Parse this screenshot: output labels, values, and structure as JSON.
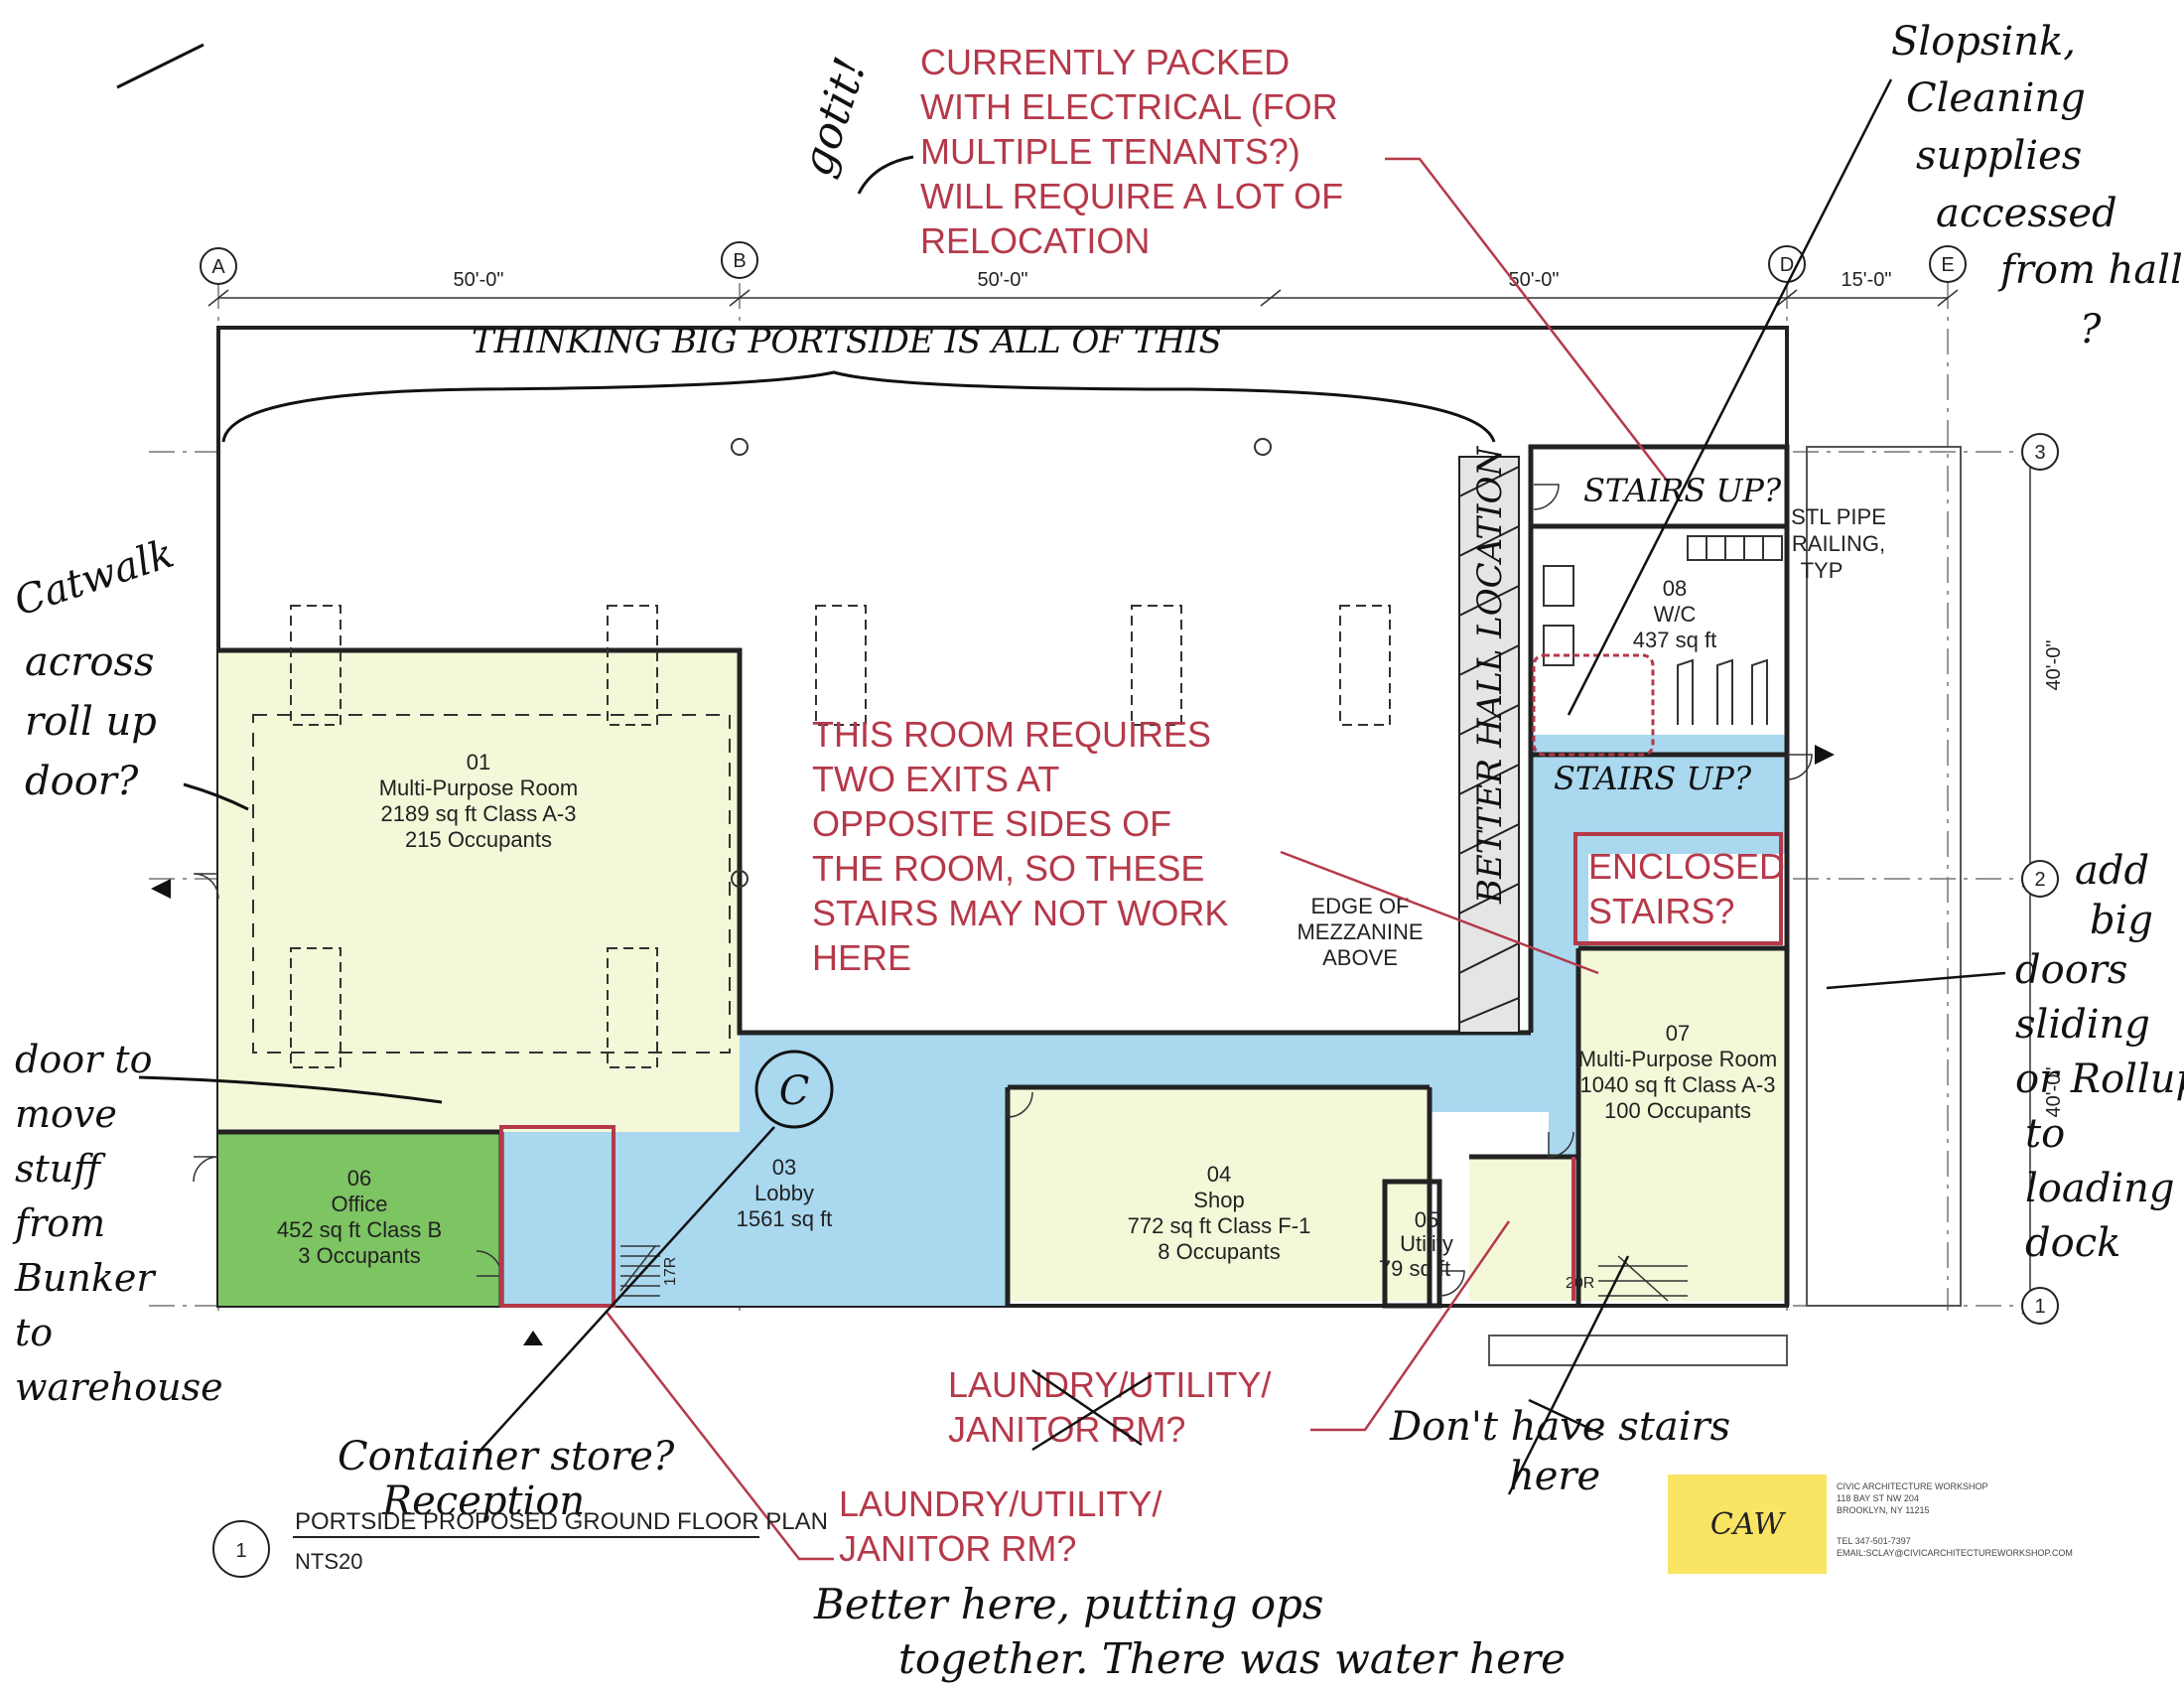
{
  "grid": {
    "a": "A",
    "b": "B",
    "d": "D",
    "e": "E",
    "r1": "1",
    "r2": "2",
    "r3": "3"
  },
  "dims": {
    "ab": "50'-0\"",
    "bc": "50'-0\"",
    "cd": "50'-0\"",
    "de": "15'-0\"",
    "r12": "40'-0\"",
    "r23": "40'-0\""
  },
  "rooms": {
    "r01": [
      "01",
      "Multi-Purpose Room",
      "2189 sq ft Class A-3",
      "215 Occupants"
    ],
    "r03": [
      "03",
      "Lobby",
      "1561 sq ft"
    ],
    "r04": [
      "04",
      "Shop",
      "772 sq ft Class F-1",
      "8 Occupants"
    ],
    "r05": [
      "05",
      "Utility",
      "79 sq ft"
    ],
    "r06": [
      "06",
      "Office",
      "452 sq ft Class B",
      "3 Occupants"
    ],
    "r07": [
      "07",
      "Multi-Purpose Room",
      "1040 sq ft Class A-3",
      "100 Occupants"
    ],
    "r08": [
      "08",
      "W/C",
      "437 sq ft"
    ]
  },
  "labels": {
    "mezzanine": [
      "EDGE OF",
      "MEZZANINE",
      "ABOVE"
    ],
    "railing": [
      "STL PIPE",
      "RAILING,",
      "TYP"
    ],
    "stair17": "17R",
    "stair20": "20R",
    "bubble_c": "C"
  },
  "title_block": {
    "number": "1",
    "title": "PORTSIDE PROPOSED GROUND FLOOR PLAN",
    "scale": "NTS20"
  },
  "logo": {
    "mark": "CAW",
    "lines": [
      "CIVIC ARCHITECTURE WORKSHOP",
      "118 BAY ST NW 204",
      "BROOKLYN, NY 11215",
      "TEL 347-501-7397",
      "EMAIL:SCLAY@CIVICARCHITECTUREWORKSHOP.COM"
    ]
  },
  "red_notes": {
    "electrical": [
      "CURRENTLY PACKED",
      "WITH ELECTRICAL (FOR",
      "MULTIPLE TENANTS?)",
      "WILL REQUIRE A LOT OF",
      "RELOCATION"
    ],
    "exits": [
      "THIS ROOM REQUIRES",
      "TWO EXITS AT",
      "OPPOSITE SIDES OF",
      "THE ROOM, SO THESE",
      "STAIRS MAY NOT WORK",
      "HERE"
    ],
    "enclosed": [
      "ENCLOSED",
      "STAIRS?"
    ],
    "laundry1": [
      "LAUNDRY/UTILITY/",
      "JANITOR RM?"
    ],
    "laundry2": [
      "LAUNDRY/UTILITY/",
      "JANITOR RM?"
    ]
  },
  "handwriting": {
    "gotit": "gotit!",
    "slopsink": [
      "Slopsink,",
      "Cleaning",
      "supplies",
      "accessed",
      "from hall",
      "?"
    ],
    "thinking_big": "THINKING BIG PORTSIDE IS ALL OF THIS",
    "catwalk": [
      "Catwalk",
      "across",
      "roll up",
      "door?"
    ],
    "better_hall": "BETTER HALL LOCATION",
    "stairs_up_top": "STAIRS UP?",
    "stairs_up_mid": "STAIRS UP?",
    "add_doors": [
      "add",
      "big",
      "doors",
      "sliding",
      "or Rollup",
      "to",
      "loading",
      "dock"
    ],
    "door_move": [
      "door to",
      "move",
      "stuff",
      "from",
      "Bunker",
      "to",
      "warehouse"
    ],
    "container": "Container store?",
    "reception": "Reception",
    "dont_have": "Don't have stairs",
    "here": "here",
    "better_here": "Better here, putting ops",
    "together": "together. There was water here"
  },
  "colors": {
    "yellow": "#f4f7d8",
    "blue": "#a9d8ef",
    "green": "#7dc462",
    "red": "#b5394a",
    "logo": "#f9e463"
  }
}
